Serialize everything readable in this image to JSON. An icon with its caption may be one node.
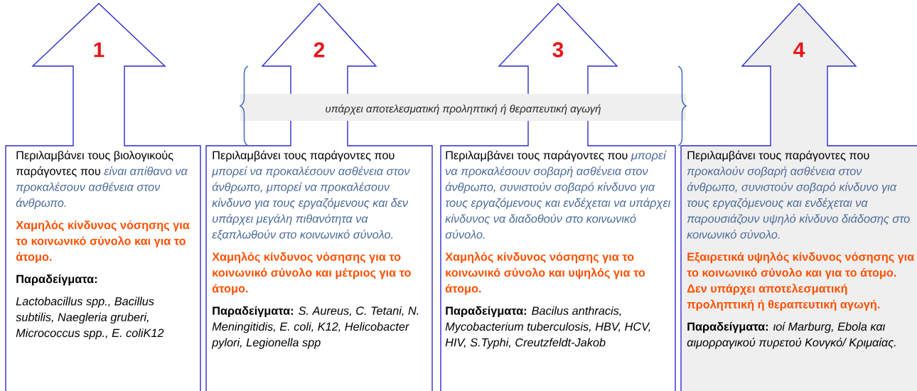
{
  "diagram": {
    "nodes": [
      {
        "text": [
          "1",
          "Περιλαμβάνει τους βιολογικούς παράγοντες που",
          "είναι απίθανο να προκαλέσουν ασθένεια στον άνθρωπο.",
          "Χαμηλός κίνδυνος νόσησης για το κοινωνικό σύνολο και για το άτομο.",
          "Παραδείγματα:",
          "Lactobacillus spp., Bacillus subtilis, Naegleria gruberi, Micrococcus spp., E. coliK12"
        ]
      },
      {
        "text": [
          "2",
          "Περιλαμβάνει τους παράγοντες που",
          "μπορεί να προκαλέσουν ασθένεια στον άνθρωπο, μπορεί να προκαλέσουν κίνδυνο για τους εργαζόμενους και δεν υπάρχει μεγάλη πιθανότητα να εξαπλωθούν στο κοινωνικό σύνολο.",
          "Χαμηλός κίνδυνος νόσησης για το κοινωνικό σύνολο και μέτριος για το άτομο.",
          "Παραδείγματα:",
          "S. Aureus, C. Tetani, N. Meningitidis, E. coli, K12, Helicobacter pylori, Legionella spp"
        ]
      },
      {
        "text": [
          "3",
          "Περιλαμβάνει τους παράγοντες που",
          "μπορεί να προκαλέσουν σοβαρή ασθένεια στον άνθρωπο, συνιστούν σοβαρό κίνδυνο για τους εργαζόμενους και ενδέχεται να υπάρχει κίνδυνος να διαδοθούν στο κοινωνικό σύνολο.",
          "Χαμηλός κίνδυνος νόσησης για το κοινωνικό σύνολο και υψηλός για το άτομο.",
          "Παραδείγματα:",
          "Bacilus anthracis, Mycobacterium tuberculosis, HBV, HCV, HIV, S.Typhi, Creutzfeldt-Jakob"
        ]
      },
      {
        "text": [
          "4",
          "Περιλαμβάνει τους παράγοντες που",
          "προκαλούν σοβαρή ασθένεια στον άνθρωπο, συνιστούν σοβαρό κίνδυνο για τους εργαζόμενους και ενδέχεται να παρουσιάζουν υψηλό κίνδυνο διάδοσης στο κοινωνικό σύνολο.",
          "Εξαιρετικά υψηλός κίνδυνος νόσησης για το κοινωνικό σύνολο και για το άτομο. Δεν υπάρχει αποτελεσματική προληπτική ή θεραπευτική αγωγή.",
          "Παραδείγματα:",
          "ιοί Marburg, Ebola και αιμορραγικού πυρετού Κονγκό/ Κριμαίας."
        ]
      },
      {
        "text": [
          "υπάρχει αποτελεσματική προληπτική ή θεραπευτική αγωγή"
        ]
      }
    ]
  }
}
